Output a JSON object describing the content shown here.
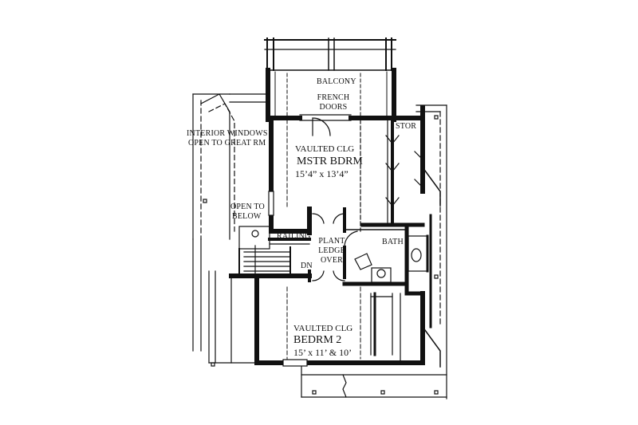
{
  "plan": {
    "colors": {
      "ink": "#111111",
      "paper": "#ffffff"
    },
    "labels": {
      "balcony": "BALCONY",
      "french_doors_1": "FRENCH",
      "french_doors_2": "DOORS",
      "stor": "STOR",
      "interior_windows_1": "INTERIOR WINDOWS",
      "interior_windows_2": "OPEN TO GREAT RM",
      "master_vault": "VAULTED CLG",
      "master_name": "MSTR BDRM",
      "master_size": "15’4” x 13’4”",
      "open_to_1": "OPEN TO",
      "open_to_2": "BELOW",
      "railing": "RAILING",
      "plant_1": "PLANT",
      "plant_2": "LEDGE",
      "plant_3": "OVER",
      "dn": "DN",
      "bath": "BATH",
      "bed2_vault": "VAULTED CLG",
      "bed2_name": "BEDRM 2",
      "bed2_size": "15’ x 11’ & 10’"
    }
  }
}
